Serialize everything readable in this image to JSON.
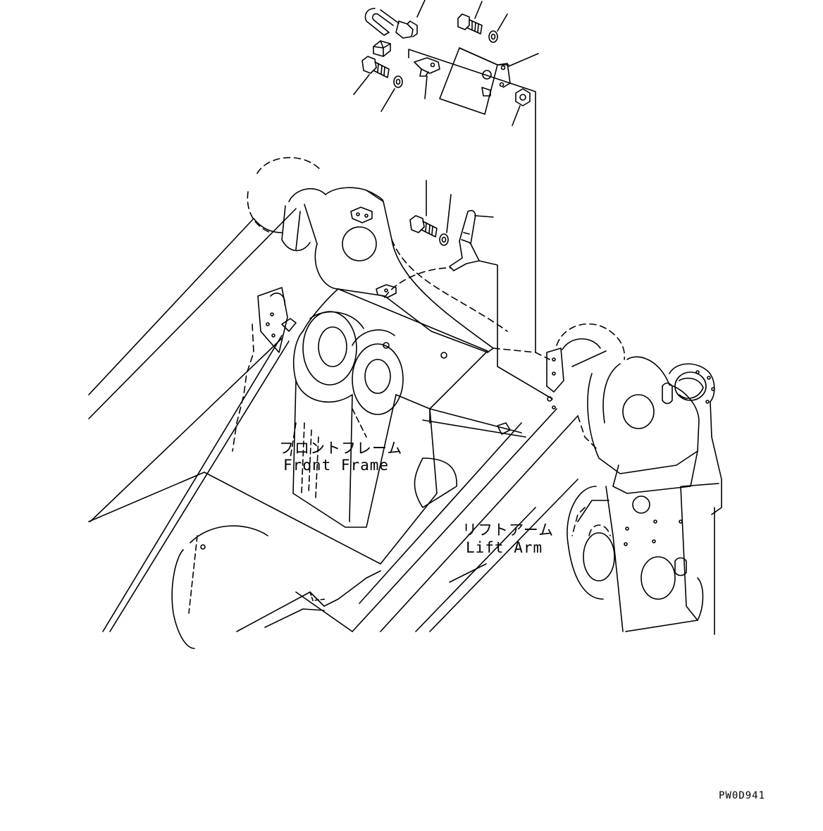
{
  "labels": {
    "front_frame_jp": "フロントフレーム",
    "front_frame_en": "Front Frame",
    "lift_arm_jp": "リフトアーム",
    "lift_arm_en": "Lift Arm",
    "drawing_code": "PW0D941"
  },
  "colors": {
    "line": "#000000",
    "background": "#ffffff"
  }
}
